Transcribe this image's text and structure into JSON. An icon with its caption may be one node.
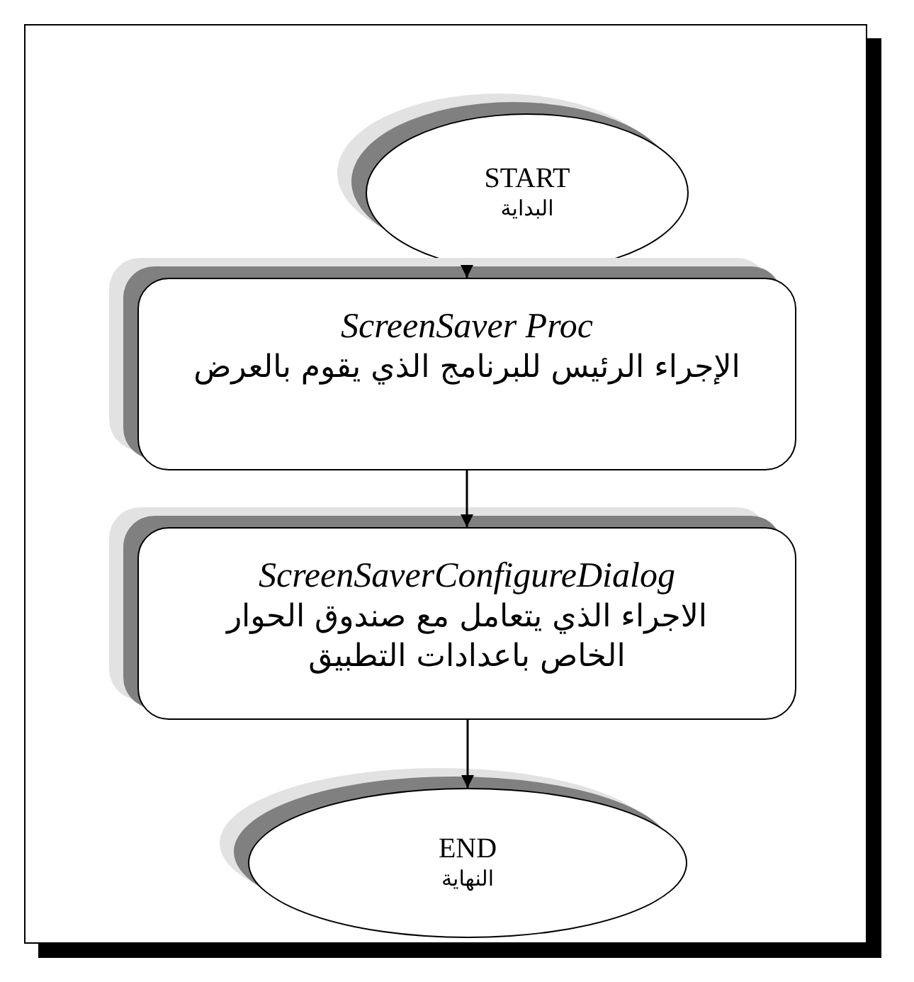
{
  "diagram": {
    "nodes": [
      {
        "text": [
          "START",
          "البداية"
        ]
      },
      {
        "text": [
          "*ScreenSaver Proc*",
          "الإجراء الرئيس للبرنامج الذي يقوم بالعرض"
        ]
      },
      {
        "text": [
          "*ScreenSaverConfigureDialog*",
          "الاجراء الذي يتعامل مع صندوق الحوار الخاص باعدادات التطبيق"
        ]
      },
      {
        "text": [
          "END",
          "النهاية"
        ]
      }
    ],
    "edges": [
      {
        "from": 0,
        "to": 1,
        "arrow": "to"
      },
      {
        "from": 1,
        "to": 2,
        "arrow": "to"
      },
      {
        "from": 2,
        "to": 3,
        "arrow": "to"
      }
    ]
  }
}
